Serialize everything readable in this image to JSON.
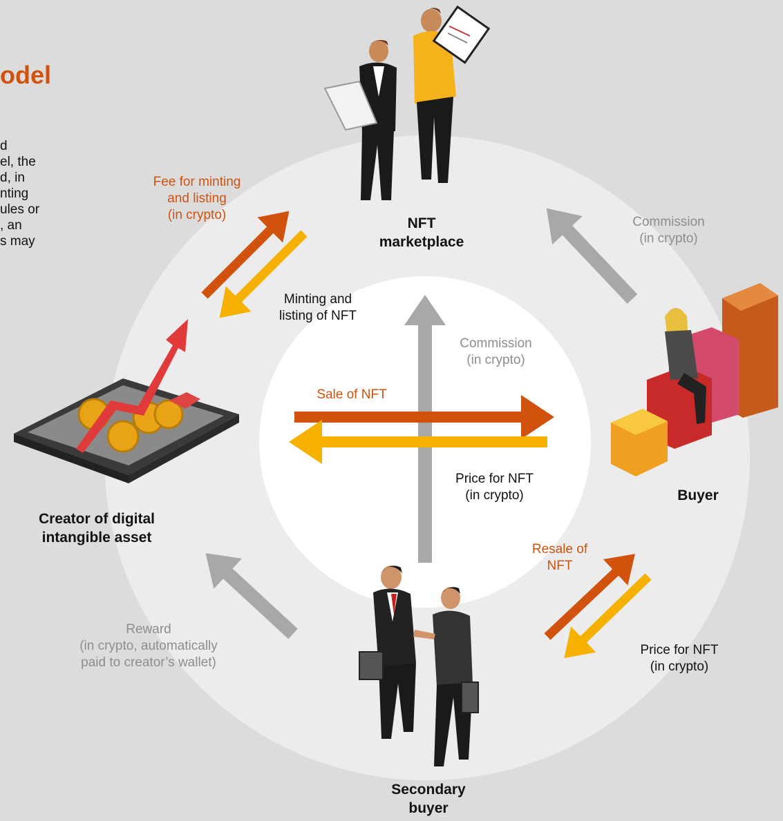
{
  "title_fragment": "odel",
  "intro_fragments": [
    "d",
    "el, the",
    "d, in",
    "nting",
    "ules or",
    ", an",
    "s may"
  ],
  "nodes": {
    "marketplace": "NFT\nmarketplace",
    "creator": "Creator of digital\nintangible asset",
    "buyer": "Buyer",
    "secondary": "Secondary\nbuyer"
  },
  "labels": {
    "fee_minting": "Fee for minting\nand listing\n(in crypto)",
    "minting_listing": "Minting and\nlisting of NFT",
    "commission_outer": "Commission\n(in crypto)",
    "commission_inner": "Commission\n(in crypto)",
    "sale": "Sale of NFT",
    "price_inner": "Price for NFT\n(in crypto)",
    "resale": "Resale of\nNFT",
    "price_secondary": "Price for NFT\n(in crypto)",
    "reward": "Reward\n(in crypto, automatically\npaid to creator’s wallet)"
  },
  "colors": {
    "orange_dark": "#d0520c",
    "orange_light": "#f5b000",
    "grey_arrow": "#a8a8a8",
    "ring": "#ececec",
    "inner": "#ffffff",
    "background": "#dcdcdc"
  }
}
